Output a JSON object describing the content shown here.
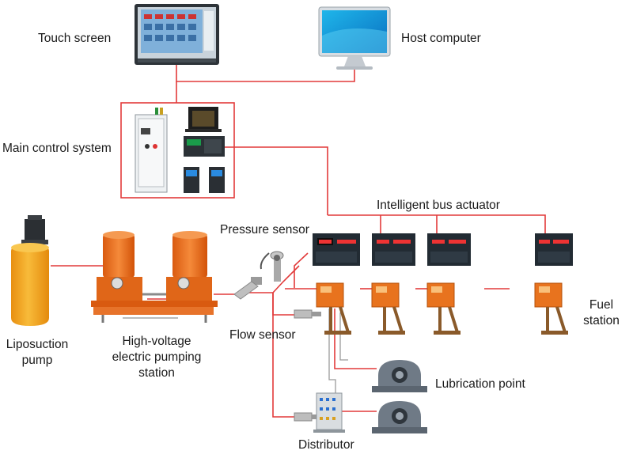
{
  "labels": {
    "touch_screen": "Touch screen",
    "host_computer": "Host computer",
    "main_control": "Main control system",
    "bus_actuator": "Intelligent bus actuator",
    "pressure_sensor": "Pressure sensor",
    "flow_sensor": "Flow sensor",
    "liposuction_pump": "Liposuction pump",
    "pumping_station": "High-voltage electric pumping station",
    "fuel_station": "Fuel station",
    "lubrication_point": "Lubrication point",
    "distributor": "Distributor"
  },
  "colors": {
    "wire": "#e23a3a",
    "orange": "#e8731e",
    "tank": "#f4a51c",
    "actuator_dark": "#222b33",
    "cabinet": "#e9ecef"
  }
}
